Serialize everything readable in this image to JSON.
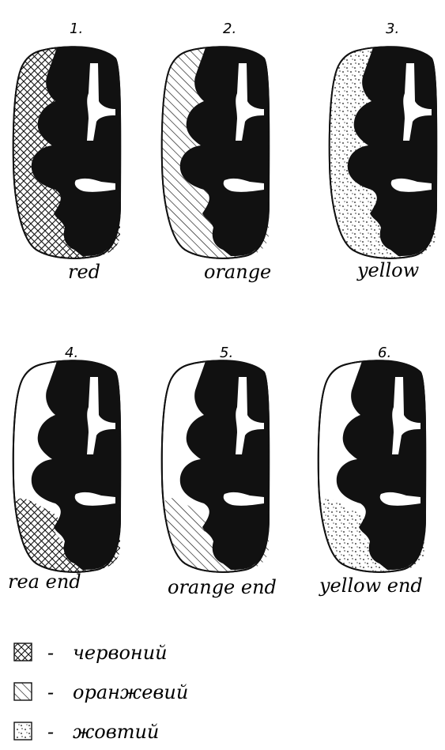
{
  "panels": [
    {
      "number": "1.",
      "label": "red",
      "fill": "cross",
      "region": "top"
    },
    {
      "number": "2.",
      "label": "orange",
      "fill": "hatch",
      "region": "top"
    },
    {
      "number": "3.",
      "label": "yellow",
      "fill": "dots",
      "region": "top"
    },
    {
      "number": "4.",
      "label": "rea end",
      "fill": "cross",
      "region": "bottom"
    },
    {
      "number": "5.",
      "label": "orange end",
      "fill": "hatch",
      "region": "bottom"
    },
    {
      "number": "6.",
      "label": "yellow end",
      "fill": "dots",
      "region": "bottom"
    }
  ],
  "legend": [
    {
      "fill": "cross",
      "dash": "-",
      "text": "червоний"
    },
    {
      "fill": "hatch",
      "dash": "-",
      "text": "оранжевий"
    },
    {
      "fill": "dots",
      "dash": "-",
      "text": "жовтий"
    }
  ],
  "colors": {
    "ink": "#111111",
    "paper": "#ffffff"
  }
}
